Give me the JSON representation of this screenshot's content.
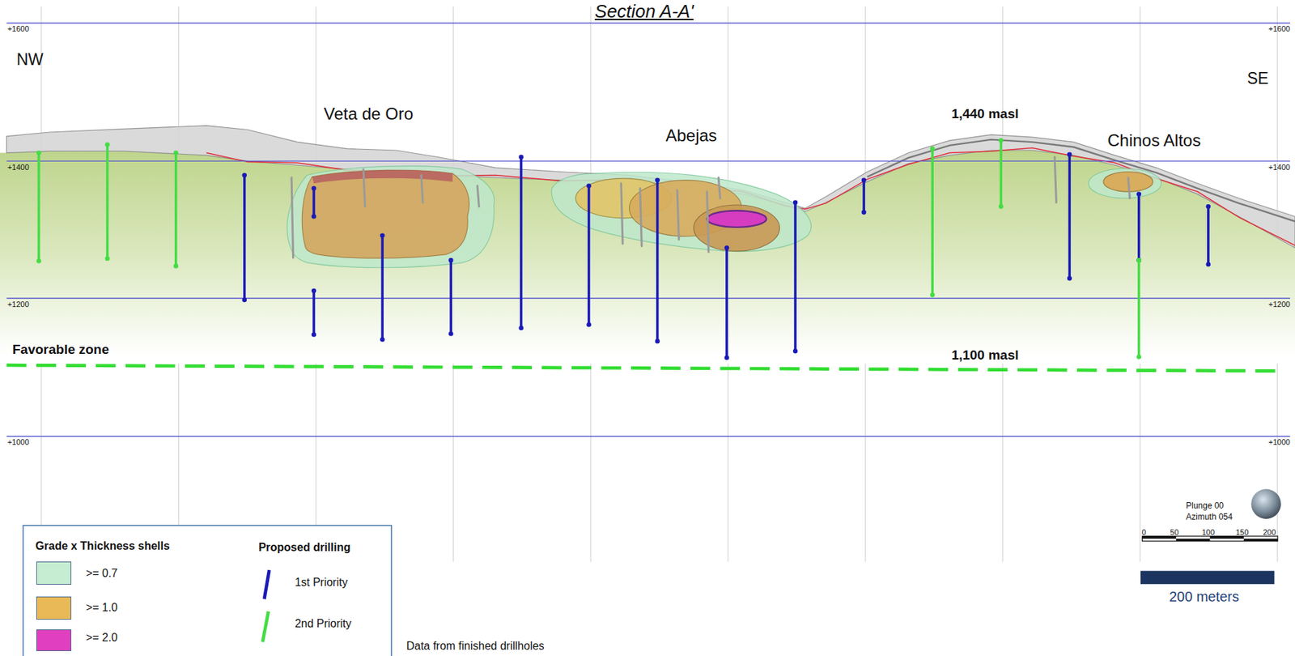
{
  "diagram": {
    "title": "Section A-A'",
    "labels": [
      "NW",
      "SE",
      "Veta de Oro",
      "Abejas",
      "1,440 masl",
      "Chinos Altos",
      "+1600",
      "+1600",
      "+1400",
      "+1400",
      "+1200",
      "+1200",
      "+1000",
      "+1000",
      "Favorable zone",
      "1,100 masl",
      "Plunge 00",
      "Azimuth 054",
      "0",
      "50",
      "100",
      "150",
      "200",
      "200 meters",
      "Grade x Thickness shells",
      "Proposed drilling",
      "Data from finished drillholes"
    ],
    "legend": [
      {
        "text": ">= 0.7",
        "color": "#c6ecd2"
      },
      {
        "text": ">= 1.0",
        "color": "#e9b957"
      },
      {
        "text": ">= 2.0",
        "color": "#e040c0"
      },
      {
        "text": "1st Priority"
      },
      {
        "text": "2nd Priority"
      }
    ]
  }
}
